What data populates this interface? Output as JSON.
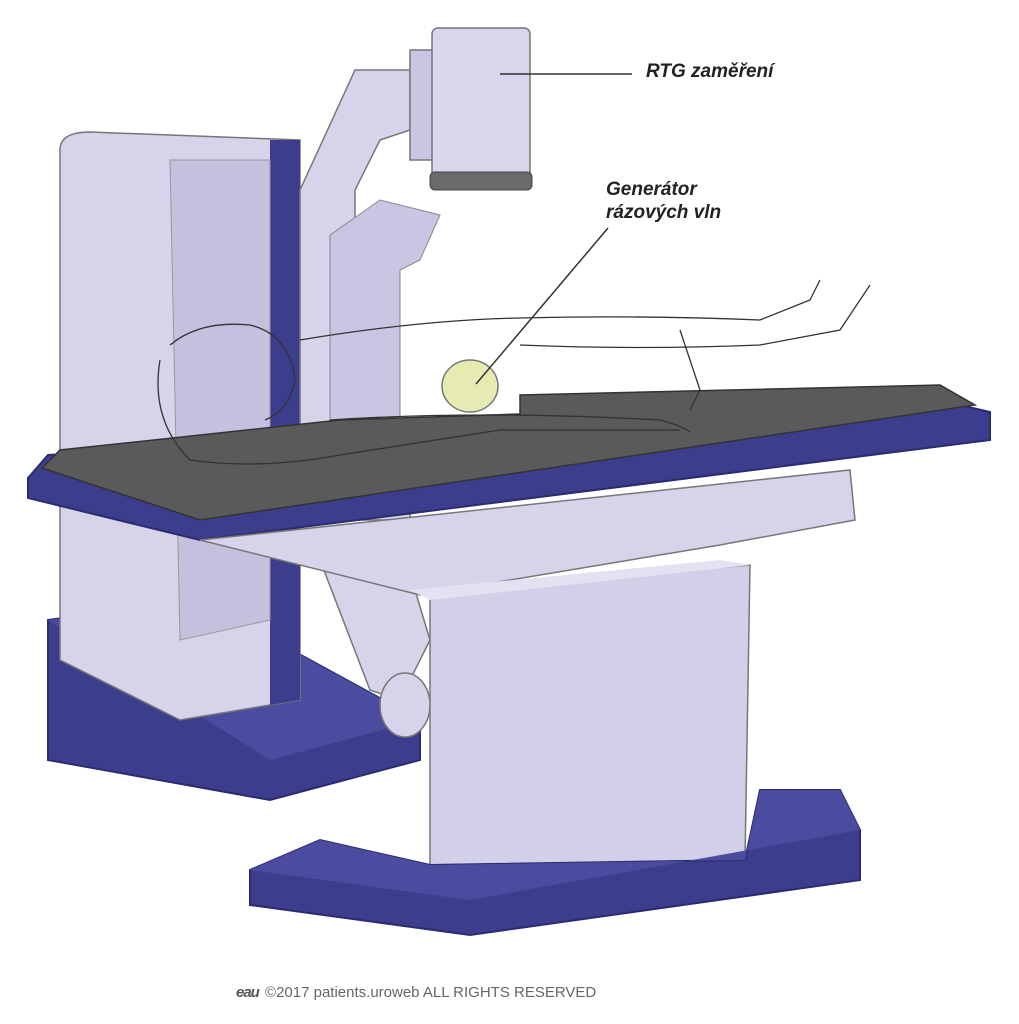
{
  "labels": {
    "xray": "RTG zaměření",
    "generator_line1": "Generátor",
    "generator_line2": "rázových vln"
  },
  "footer": {
    "logo": "eau",
    "text": "©2017 patients.uroweb ALL RIGHTS RESERVED"
  },
  "colors": {
    "machine_body": "#d6d3ea",
    "machine_shadow": "#b9b5d6",
    "base_navy": "#3d3d8e",
    "base_navy_dark": "#2b2b70",
    "table_top": "#5a5a5a",
    "outline": "#444444",
    "shockwave_head": "#e6ebb2"
  }
}
